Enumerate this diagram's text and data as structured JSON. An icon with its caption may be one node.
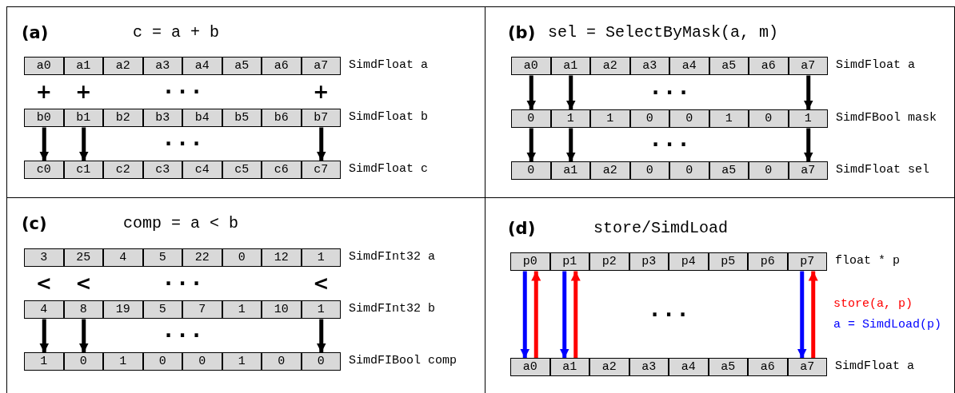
{
  "diagram": {
    "nodes": [
      {
        "text": [
          "(a)",
          "c = a + b"
        ]
      },
      {
        "text": [
          "a0"
        ],
        "in": 0
      },
      {
        "text": [
          "a1"
        ],
        "in": 0
      },
      {
        "text": [
          "a2"
        ],
        "in": 0
      },
      {
        "text": [
          "a3"
        ],
        "in": 0
      },
      {
        "text": [
          "a4"
        ],
        "in": 0
      },
      {
        "text": [
          "a5"
        ],
        "in": 0
      },
      {
        "text": [
          "a6"
        ],
        "in": 0
      },
      {
        "text": [
          "a7"
        ],
        "in": 0
      },
      {
        "text": [
          "b0"
        ],
        "in": 0
      },
      {
        "text": [
          "b1"
        ],
        "in": 0
      },
      {
        "text": [
          "b2"
        ],
        "in": 0
      },
      {
        "text": [
          "b3"
        ],
        "in": 0
      },
      {
        "text": [
          "b4"
        ],
        "in": 0
      },
      {
        "text": [
          "b5"
        ],
        "in": 0
      },
      {
        "text": [
          "b6"
        ],
        "in": 0
      },
      {
        "text": [
          "b7"
        ],
        "in": 0
      },
      {
        "text": [
          "c0"
        ],
        "in": 0
      },
      {
        "text": [
          "c1"
        ],
        "in": 0
      },
      {
        "text": [
          "c2"
        ],
        "in": 0
      },
      {
        "text": [
          "c3"
        ],
        "in": 0
      },
      {
        "text": [
          "c4"
        ],
        "in": 0
      },
      {
        "text": [
          "c5"
        ],
        "in": 0
      },
      {
        "text": [
          "c6"
        ],
        "in": 0
      },
      {
        "text": [
          "c7"
        ],
        "in": 0
      },
      {
        "text": [
          "(b)",
          "sel = SelectByMask(a, m)"
        ]
      },
      {
        "text": [
          "a0"
        ],
        "in": 25
      },
      {
        "text": [
          "a1"
        ],
        "in": 25
      },
      {
        "text": [
          "a2"
        ],
        "in": 25
      },
      {
        "text": [
          "a3"
        ],
        "in": 25
      },
      {
        "text": [
          "a4"
        ],
        "in": 25
      },
      {
        "text": [
          "a5"
        ],
        "in": 25
      },
      {
        "text": [
          "a6"
        ],
        "in": 25
      },
      {
        "text": [
          "a7"
        ],
        "in": 25
      },
      {
        "text": [
          "0"
        ],
        "in": 25
      },
      {
        "text": [
          "1"
        ],
        "in": 25
      },
      {
        "text": [
          "1"
        ],
        "in": 25
      },
      {
        "text": [
          "0"
        ],
        "in": 25
      },
      {
        "text": [
          "0"
        ],
        "in": 25
      },
      {
        "text": [
          "1"
        ],
        "in": 25
      },
      {
        "text": [
          "0"
        ],
        "in": 25
      },
      {
        "text": [
          "1"
        ],
        "in": 25
      },
      {
        "text": [
          "0"
        ],
        "in": 25
      },
      {
        "text": [
          "a1"
        ],
        "in": 25
      },
      {
        "text": [
          "a2"
        ],
        "in": 25
      },
      {
        "text": [
          "0"
        ],
        "in": 25
      },
      {
        "text": [
          "0"
        ],
        "in": 25
      },
      {
        "text": [
          "a5"
        ],
        "in": 25
      },
      {
        "text": [
          "0"
        ],
        "in": 25
      },
      {
        "text": [
          "a7"
        ],
        "in": 25
      },
      {
        "text": [
          "(c)",
          "comp = a < b"
        ]
      },
      {
        "text": [
          "3"
        ],
        "in": 50
      },
      {
        "text": [
          "25"
        ],
        "in": 50
      },
      {
        "text": [
          "4"
        ],
        "in": 50
      },
      {
        "text": [
          "5"
        ],
        "in": 50
      },
      {
        "text": [
          "22"
        ],
        "in": 50
      },
      {
        "text": [
          "0"
        ],
        "in": 50
      },
      {
        "text": [
          "12"
        ],
        "in": 50
      },
      {
        "text": [
          "1"
        ],
        "in": 50
      },
      {
        "text": [
          "4"
        ],
        "in": 50
      },
      {
        "text": [
          "8"
        ],
        "in": 50
      },
      {
        "text": [
          "19"
        ],
        "in": 50
      },
      {
        "text": [
          "5"
        ],
        "in": 50
      },
      {
        "text": [
          "7"
        ],
        "in": 50
      },
      {
        "text": [
          "1"
        ],
        "in": 50
      },
      {
        "text": [
          "10"
        ],
        "in": 50
      },
      {
        "text": [
          "1"
        ],
        "in": 50
      },
      {
        "text": [
          "1"
        ],
        "in": 50
      },
      {
        "text": [
          "0"
        ],
        "in": 50
      },
      {
        "text": [
          "1"
        ],
        "in": 50
      },
      {
        "text": [
          "0"
        ],
        "in": 50
      },
      {
        "text": [
          "0"
        ],
        "in": 50
      },
      {
        "text": [
          "1"
        ],
        "in": 50
      },
      {
        "text": [
          "0"
        ],
        "in": 50
      },
      {
        "text": [
          "0"
        ],
        "in": 50
      },
      {
        "text": [
          "(d)",
          "store/SimdLoad"
        ]
      },
      {
        "text": [
          "p0"
        ],
        "in": 75
      },
      {
        "text": [
          "p1"
        ],
        "in": 75
      },
      {
        "text": [
          "p2"
        ],
        "in": 75
      },
      {
        "text": [
          "p3"
        ],
        "in": 75
      },
      {
        "text": [
          "p4"
        ],
        "in": 75
      },
      {
        "text": [
          "p5"
        ],
        "in": 75
      },
      {
        "text": [
          "p6"
        ],
        "in": 75
      },
      {
        "text": [
          "p7"
        ],
        "in": 75
      },
      {
        "text": [
          "a0"
        ],
        "in": 75
      },
      {
        "text": [
          "a1"
        ],
        "in": 75
      },
      {
        "text": [
          "a2"
        ],
        "in": 75
      },
      {
        "text": [
          "a3"
        ],
        "in": 75
      },
      {
        "text": [
          "a4"
        ],
        "in": 75
      },
      {
        "text": [
          "a5"
        ],
        "in": 75
      },
      {
        "text": [
          "a6"
        ],
        "in": 75
      },
      {
        "text": [
          "a7"
        ],
        "in": 75
      }
    ],
    "edges": [
      {
        "from": 9,
        "to": 17,
        "arrow": "to"
      },
      {
        "from": 10,
        "to": 18,
        "arrow": "to"
      },
      {
        "from": 16,
        "to": 24,
        "arrow": "to"
      },
      {
        "from": 26,
        "to": 34,
        "arrow": "to"
      },
      {
        "from": 27,
        "to": 35,
        "arrow": "to"
      },
      {
        "from": 33,
        "to": 41,
        "arrow": "to"
      },
      {
        "from": 34,
        "to": 42,
        "arrow": "to"
      },
      {
        "from": 35,
        "to": 43,
        "arrow": "to"
      },
      {
        "from": 41,
        "to": 49,
        "arrow": "to"
      },
      {
        "from": 59,
        "to": 67,
        "arrow": "to"
      },
      {
        "from": 60,
        "to": 68,
        "arrow": "to"
      },
      {
        "from": 66,
        "to": 74,
        "arrow": "to"
      },
      {
        "from": 76,
        "to": 84,
        "arrow": "to",
        "color": "#0000ff"
      },
      {
        "from": 84,
        "to": 76,
        "arrow": "to",
        "color": "#ff0000"
      },
      {
        "from": 77,
        "to": 85,
        "arrow": "to",
        "color": "#0000ff"
      },
      {
        "from": 85,
        "to": 77,
        "arrow": "to",
        "color": "#ff0000"
      },
      {
        "from": 83,
        "to": 91,
        "arrow": "to",
        "color": "#0000ff"
      },
      {
        "from": 91,
        "to": 83,
        "arrow": "to",
        "color": "#ff0000"
      }
    ],
    "labels": [
      "SimdFloat a",
      "+",
      "+",
      "· · ·",
      "+",
      "SimdFloat b",
      "· · ·",
      "SimdFloat c",
      "SimdFloat a",
      "· · ·",
      "SimdFBool mask",
      "· · ·",
      "SimdFloat sel",
      "SimdFInt32 a",
      "<",
      "<",
      "· · ·",
      "<",
      "SimdFInt32 b",
      "· · ·",
      "SimdFIBool comp",
      "float * p",
      "· · ·",
      "store(a, p)",
      "a = SimdLoad(p)",
      "SimdFloat a"
    ]
  }
}
